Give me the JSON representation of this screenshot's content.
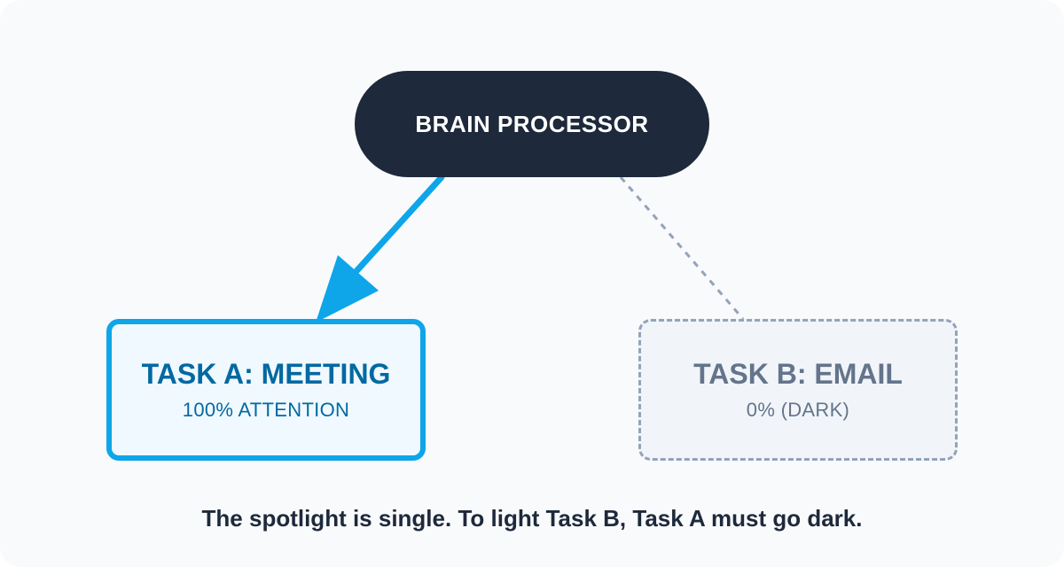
{
  "processor": {
    "label": "BRAIN PROCESSOR"
  },
  "tasks": [
    {
      "title": "TASK A: MEETING",
      "status": "100% ATTENTION"
    },
    {
      "title": "TASK B: EMAIL",
      "status": "0% (DARK)"
    }
  ],
  "caption": "The spotlight is single. To light Task B, Task A must go dark.",
  "colors": {
    "processor": "#1e293b",
    "active": "#0ea5e9",
    "active_text": "#0369a1",
    "inactive": "#94a3b8",
    "inactive_text": "#64748b"
  }
}
